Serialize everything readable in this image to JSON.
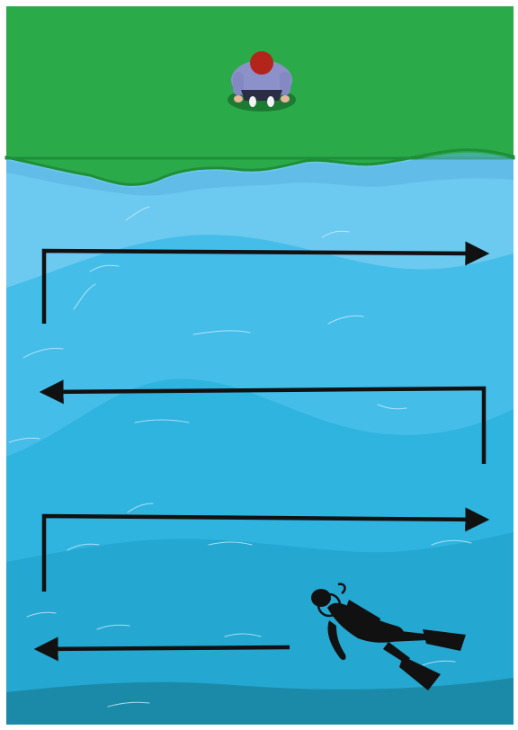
{
  "scene": {
    "figures": {
      "shore_observer": "person-kneeling-on-shore",
      "diver": "scuba-diver-silhouette"
    },
    "search_pattern": {
      "type": "back-and-forth sweep",
      "legs": 4,
      "sweep_directions": [
        "right",
        "left",
        "right",
        "left"
      ]
    },
    "colors": {
      "grass": "#2aaa48",
      "grass_edge": "#1f8e3a",
      "water_shallow": "#68c8ee",
      "water_mid": "#41bce9",
      "water_deep": "#26a7d0",
      "water_deepest": "#1a87a4",
      "arrow": "#111111",
      "diver": "#111111",
      "shirt": "#8b90c9",
      "hair": "#b5231a"
    }
  }
}
